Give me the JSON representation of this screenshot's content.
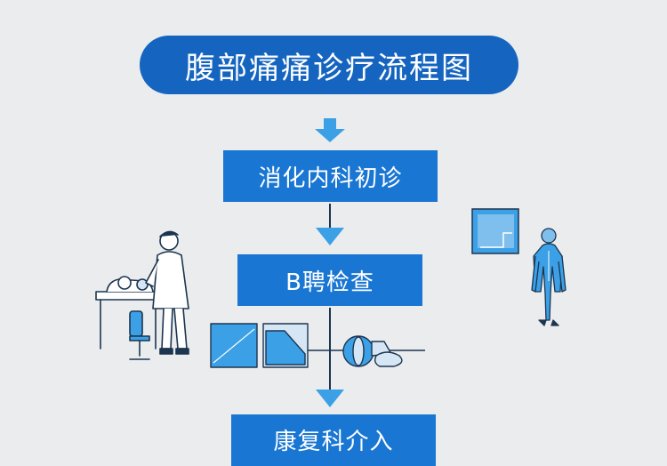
{
  "title": "腹部痛痛诊疗流程图",
  "steps": [
    {
      "label": "消化内科初诊"
    },
    {
      "label": "B聘检查"
    },
    {
      "label": "康复科介入"
    }
  ],
  "icons": [
    "doctor-examining-patient-icon",
    "ultrasound-panels-icon",
    "chart-card-icon",
    "human-anatomy-figure-icon"
  ],
  "colors": {
    "background": "#ebeced",
    "primary": "#1976d2",
    "title": "#1565c0",
    "arrow": "#3ba0e6",
    "ink": "#1c3550"
  }
}
